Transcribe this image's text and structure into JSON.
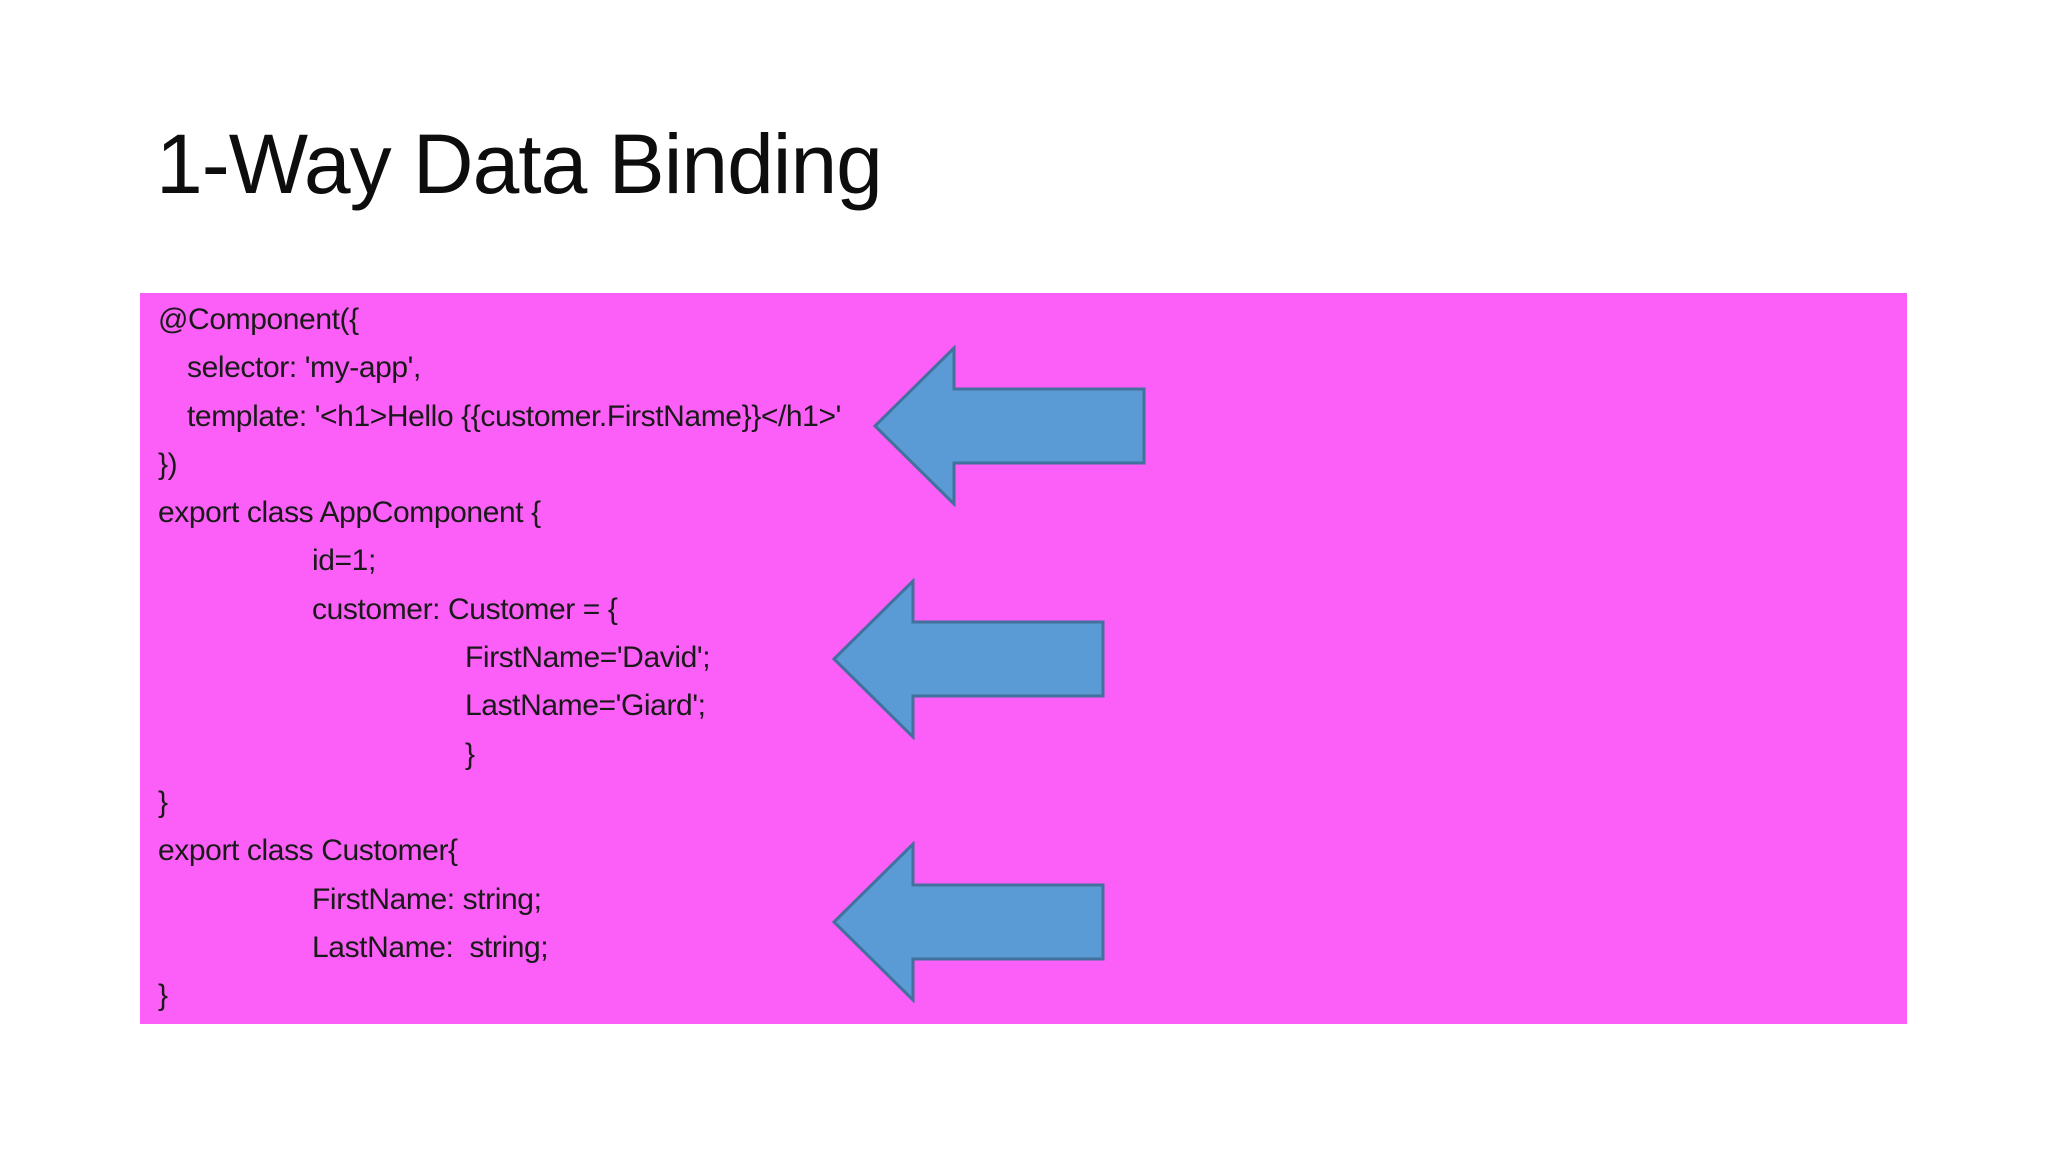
{
  "slide": {
    "title": "1-Way Data Binding"
  },
  "colors": {
    "slide_background": "#ffffff",
    "title_text": "#0d0d0d",
    "code_box_background": "#FB5FF8",
    "code_text": "#1a1a1a",
    "arrow_fill": "#5B9BD5",
    "arrow_border": "#41719C"
  },
  "code_block": {
    "lines": [
      {
        "indent": 0,
        "text": "@Component({"
      },
      {
        "indent": 1,
        "text": "selector: 'my-app',"
      },
      {
        "indent": 1,
        "text": "template: '<h1>Hello {{customer.FirstName}}</h1>'"
      },
      {
        "indent": 0,
        "text": "})"
      },
      {
        "indent": 0,
        "text": "export class AppComponent {"
      },
      {
        "indent": 2,
        "text": "id=1;"
      },
      {
        "indent": 2,
        "text": "customer: Customer = {"
      },
      {
        "indent": 3,
        "text": "FirstName='David';"
      },
      {
        "indent": 3,
        "text": "LastName='Giard';"
      },
      {
        "indent": 3,
        "text": "}"
      },
      {
        "indent": 0,
        "text": "}"
      },
      {
        "indent": 0,
        "text": "export class Customer{"
      },
      {
        "indent": 2,
        "text": "FirstName: string;"
      },
      {
        "indent": 2,
        "text": "LastName:  string;"
      },
      {
        "indent": 0,
        "text": "}"
      }
    ]
  },
  "arrows": [
    {
      "name": "left-arrow-template-binding"
    },
    {
      "name": "left-arrow-customer-initialization"
    },
    {
      "name": "left-arrow-customer-class"
    }
  ]
}
